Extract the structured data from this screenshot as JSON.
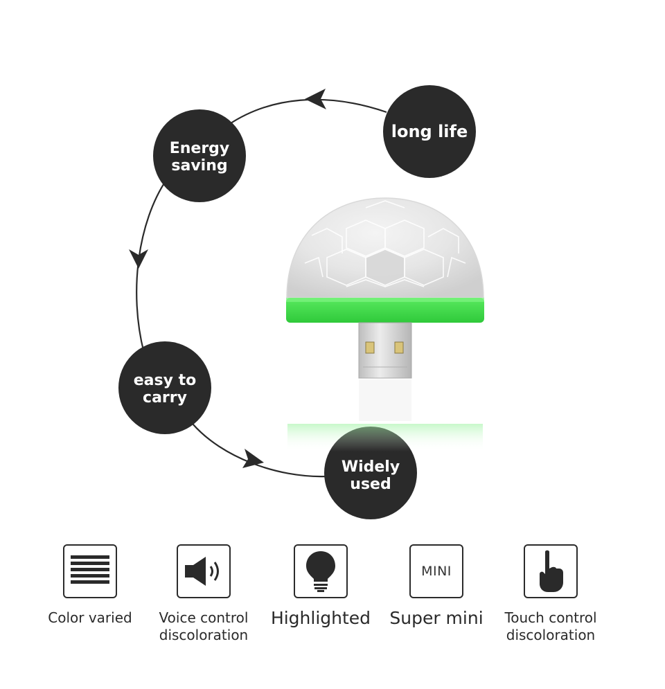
{
  "bubbles": {
    "long_life": "long life",
    "energy_saving": [
      "Energy",
      "saving"
    ],
    "easy_to_carry": [
      "easy to",
      "carry"
    ],
    "widely_used": [
      "Widely",
      "used"
    ]
  },
  "features": [
    {
      "icon": "lines-icon",
      "caption": [
        "Color varied"
      ]
    },
    {
      "icon": "speaker-icon",
      "caption": [
        "Voice control",
        "discoloration"
      ]
    },
    {
      "icon": "bulb-icon",
      "caption": [
        "Highlighted"
      ]
    },
    {
      "icon": "mini-icon",
      "icon_text": "MINI",
      "caption": [
        "Super mini"
      ]
    },
    {
      "icon": "touch-hand-icon",
      "caption": [
        "Touch control",
        "discoloration"
      ]
    }
  ],
  "colors": {
    "bubble": "#2a2a2a",
    "accent_green": "#3fe04a",
    "usb_metal": "#cfcfcf"
  }
}
